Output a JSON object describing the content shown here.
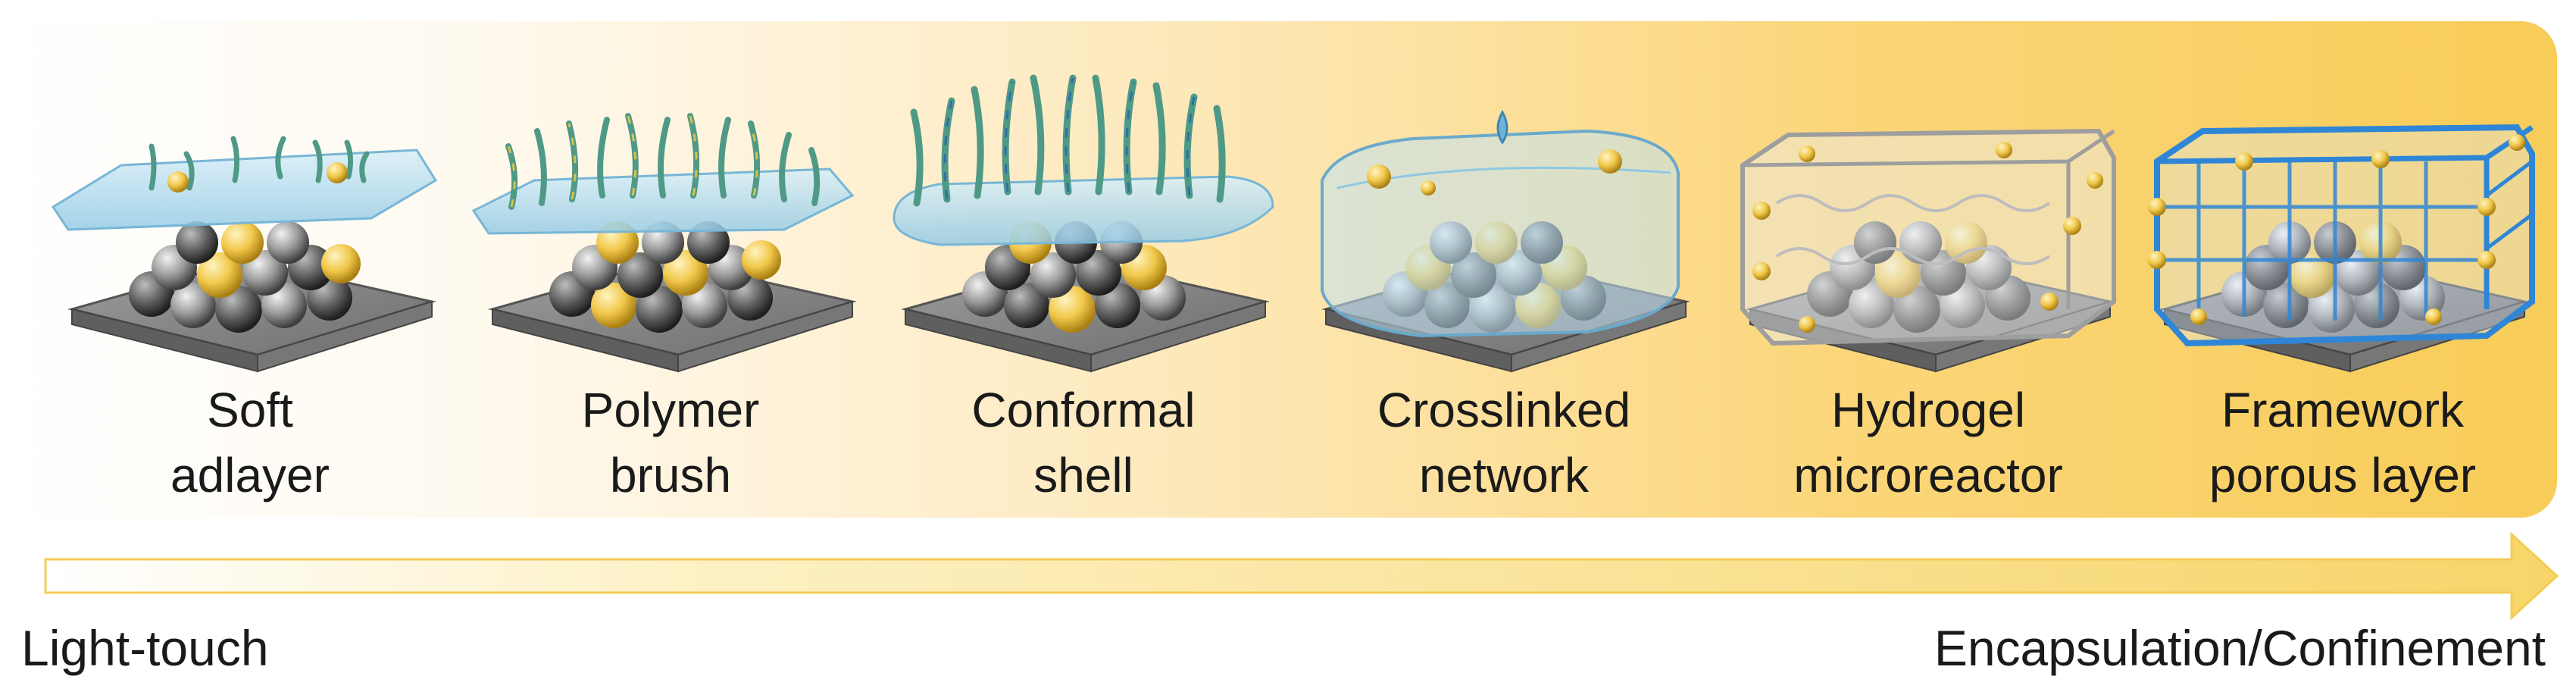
{
  "stages": [
    {
      "line1": "Soft",
      "line2": "adlayer"
    },
    {
      "line1": "Polymer",
      "line2": "brush"
    },
    {
      "line1": "Conformal",
      "line2": "shell"
    },
    {
      "line1": "Crosslinked",
      "line2": "network"
    },
    {
      "line1": "Hydrogel",
      "line2": "microreactor"
    },
    {
      "line1": "Framework",
      "line2": "porous layer"
    }
  ],
  "axis": {
    "start_label": "Light-touch",
    "end_label": "Encapsulation/Confinement"
  },
  "colors": {
    "panel_gradient_start": "#ffffff",
    "panel_gradient_end": "#f8cc58",
    "arrow": "#f7d56a",
    "gel": "#a9d7ec",
    "framework": "#2f86d6",
    "particle_gold": "#f1c84a",
    "particle_gray": "#8a8a8a",
    "substrate": "#8c8c8c",
    "polymer_chain": "#4f9a86"
  }
}
